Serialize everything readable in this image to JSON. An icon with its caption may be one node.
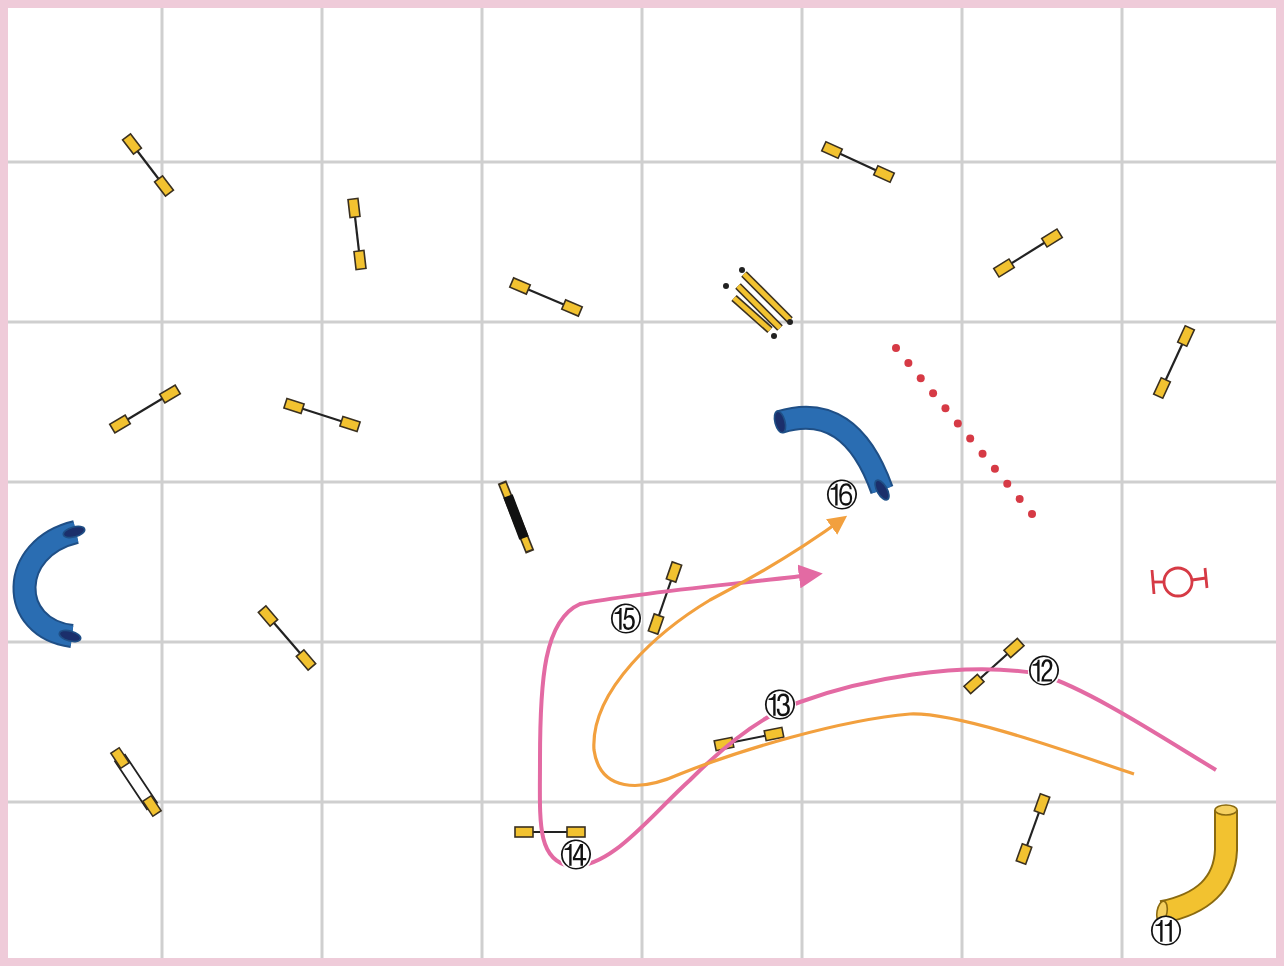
{
  "diagram": {
    "labels": [
      "⑯",
      "⑮",
      "⑫",
      "⑬",
      "⑭",
      "⑪"
    ]
  }
}
